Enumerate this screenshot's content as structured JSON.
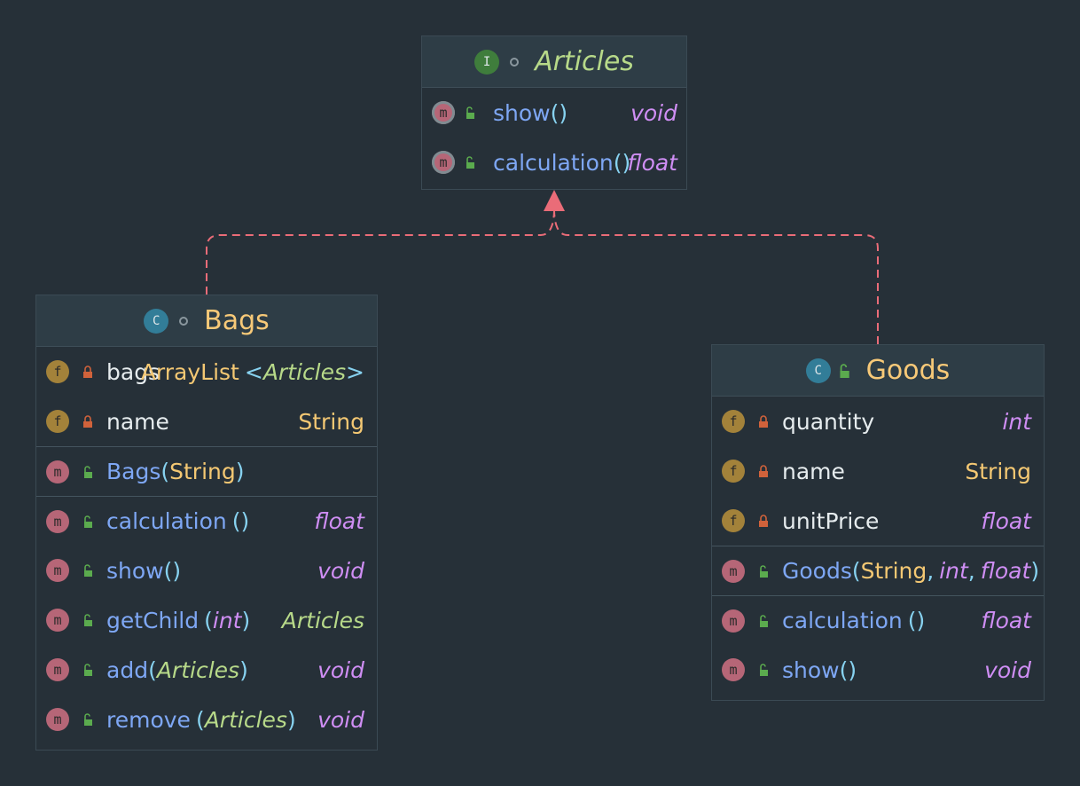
{
  "colors": {
    "background": "#263038",
    "realization_edge": "#ea6c78",
    "field_icon": "#a3823a",
    "method_icon": "#b66677",
    "interface_icon": "#3f7d3c",
    "class_icon": "#327d98"
  },
  "articles": {
    "kind_letter": "I",
    "name": "Articles",
    "methods": [
      {
        "icon": "abstract-method-icon",
        "name": "show",
        "open": "(",
        "close": ")",
        "ret": "void"
      },
      {
        "icon": "abstract-method-icon",
        "name": "calculation",
        "open": "(",
        "close": ")",
        "ret": "float"
      }
    ]
  },
  "bags": {
    "kind_letter": "C",
    "name": "Bags",
    "fields": [
      {
        "icon_letter": "f",
        "name": "bags",
        "type_main": "ArrayList",
        "type_lt": "<",
        "type_param": "Articles",
        "type_gt": ">"
      },
      {
        "icon_letter": "f",
        "name": "name",
        "type": "String"
      }
    ],
    "constructor": {
      "icon_letter": "m",
      "name": "Bags",
      "open": "(",
      "param": "String",
      "close": ")"
    },
    "methods": [
      {
        "icon_letter": "m",
        "name": "calculation",
        "open": "(",
        "close": ")",
        "ret": "float"
      },
      {
        "icon_letter": "m",
        "name": "show",
        "open": "(",
        "close": ")",
        "ret": "void"
      },
      {
        "icon_letter": "m",
        "name": "getChild",
        "open": "(",
        "param": "int",
        "close": ")",
        "ret": "Articles"
      },
      {
        "icon_letter": "m",
        "name": "add",
        "open": "(",
        "param": "Articles",
        "close": ")",
        "ret": "void"
      },
      {
        "icon_letter": "m",
        "name": "remove",
        "open": "(",
        "param": "Articles",
        "close": ")",
        "ret": "void"
      }
    ]
  },
  "goods": {
    "kind_letter": "C",
    "name": "Goods",
    "fields": [
      {
        "icon_letter": "f",
        "name": "quantity",
        "type": "int"
      },
      {
        "icon_letter": "f",
        "name": "name",
        "type": "String"
      },
      {
        "icon_letter": "f",
        "name": "unitPrice",
        "type": "float"
      }
    ],
    "constructor": {
      "icon_letter": "m",
      "name": "Goods",
      "open": "(",
      "p1": "String",
      "c1": ",",
      "p2": "int",
      "c2": ",",
      "p3": "float",
      "close": ")"
    },
    "methods": [
      {
        "icon_letter": "m",
        "name": "calculation",
        "open": "(",
        "close": ")",
        "ret": "float"
      },
      {
        "icon_letter": "m",
        "name": "show",
        "open": "(",
        "close": ")",
        "ret": "void"
      }
    ]
  }
}
